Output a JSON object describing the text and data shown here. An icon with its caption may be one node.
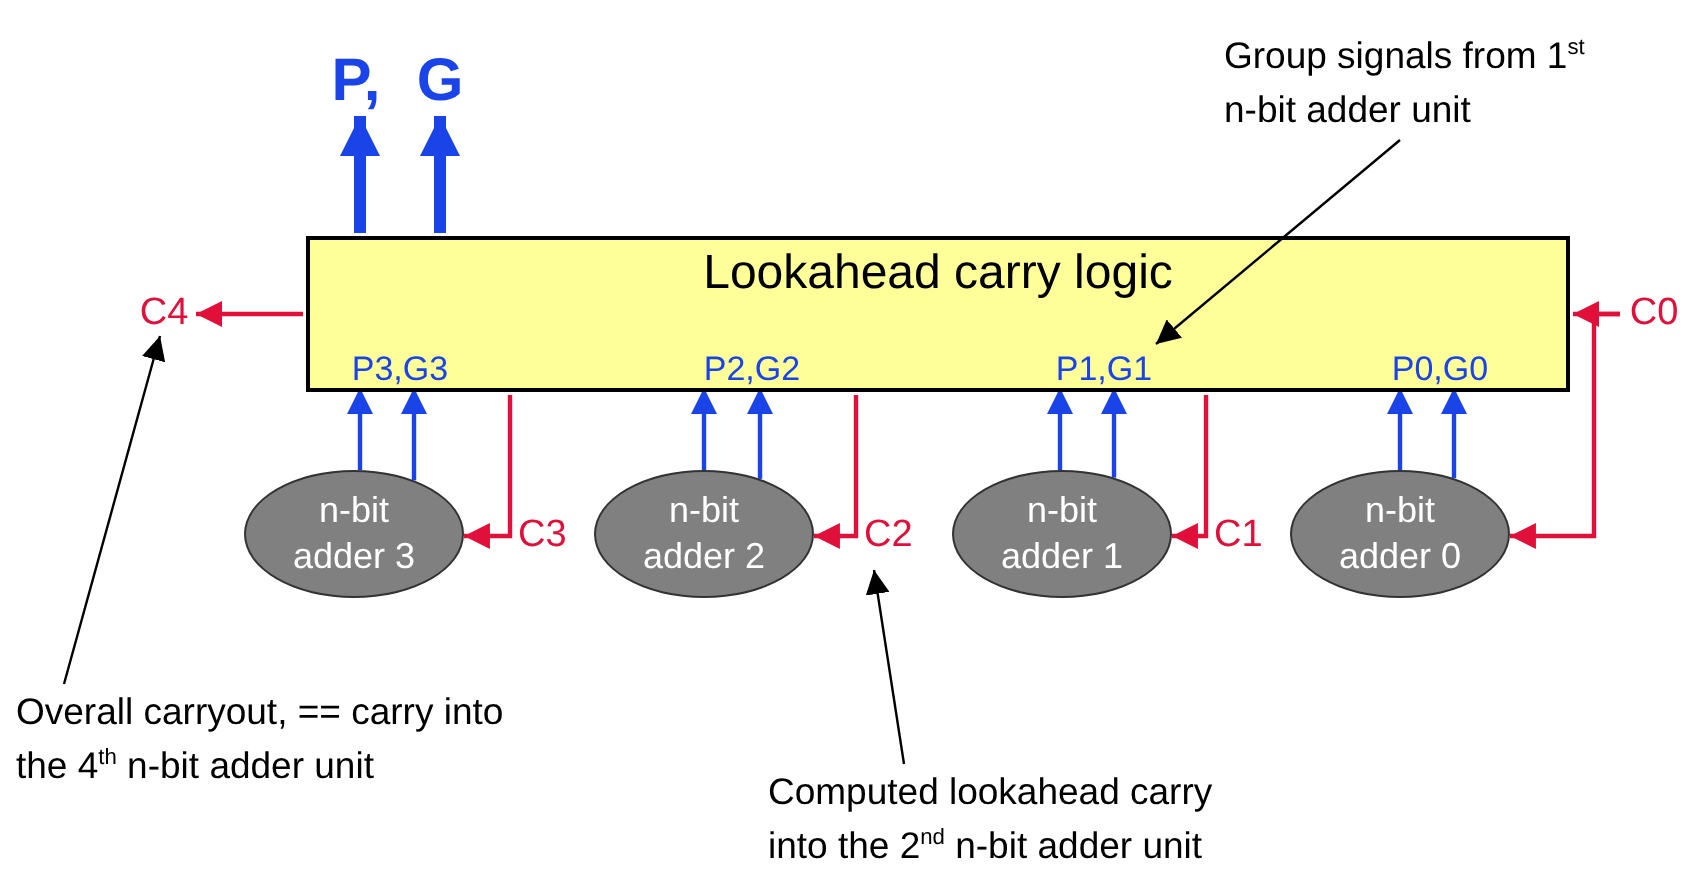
{
  "diagram": {
    "nodes": [
      {
        "text": [
          "Lookahead carry logic"
        ]
      },
      {
        "text": [
          "P3,G3"
        ],
        "in": 0
      },
      {
        "text": [
          "P2,G2"
        ],
        "in": 0
      },
      {
        "text": [
          "P1,G1"
        ],
        "in": 0
      },
      {
        "text": [
          "P0,G0"
        ],
        "in": 0
      },
      {
        "text": [
          "n-bit adder 3"
        ]
      },
      {
        "text": [
          "n-bit adder 2"
        ]
      },
      {
        "text": [
          "n-bit adder 1"
        ]
      },
      {
        "text": [
          "n-bit adder 0"
        ]
      },
      {
        "text": [
          "P,"
        ]
      },
      {
        "text": [
          "G"
        ]
      },
      {
        "text": [
          "C4"
        ]
      },
      {
        "text": [
          "C0"
        ]
      },
      {
        "text": [
          "Group signals from 1$^{st}$ n-bit adder unit"
        ]
      },
      {
        "text": [
          "Overall carryout, == carry into the 4$^{th}$ n-bit adder unit"
        ]
      },
      {
        "text": [
          "Computed lookahead carry into the 2$^{nd}$ n-bit adder unit"
        ]
      }
    ],
    "edges": [
      {
        "from": 5,
        "to": 1,
        "arrow": "to"
      },
      {
        "from": 5,
        "to": 1,
        "arrow": "to"
      },
      {
        "from": 6,
        "to": 2,
        "arrow": "to"
      },
      {
        "from": 6,
        "to": 2,
        "arrow": "to"
      },
      {
        "from": 7,
        "to": 3,
        "arrow": "to"
      },
      {
        "from": 7,
        "to": 3,
        "arrow": "to"
      },
      {
        "from": 8,
        "to": 4,
        "arrow": "to"
      },
      {
        "from": 8,
        "to": 4,
        "arrow": "to"
      },
      {
        "from": 0,
        "to": 9,
        "arrow": "to",
        "style": "thick"
      },
      {
        "from": 0,
        "to": 10,
        "arrow": "to",
        "style": "thick"
      },
      {
        "from": 0,
        "to": 11,
        "arrow": "to",
        "color": "#e0103a"
      },
      {
        "from": 12,
        "to": 0,
        "arrow": "to",
        "color": "#e0103a"
      },
      {
        "from": 12,
        "to": 8,
        "arrow": "to",
        "color": "#e0103a"
      },
      {
        "from": 0,
        "to": 5,
        "arrow": "to",
        "label": "C3",
        "color": "#e0103a"
      },
      {
        "from": 0,
        "to": 6,
        "arrow": "to",
        "label": "C2",
        "color": "#e0103a"
      },
      {
        "from": 0,
        "to": 7,
        "arrow": "to",
        "label": "C1",
        "color": "#e0103a"
      },
      {
        "from": 13,
        "to": 3,
        "arrow": "to",
        "color": "#000000"
      },
      {
        "from": 14,
        "to": 11,
        "arrow": "to",
        "color": "#000000"
      },
      {
        "from": 15,
        "to": null,
        "arrow": "to",
        "color": "#000000"
      }
    ]
  }
}
